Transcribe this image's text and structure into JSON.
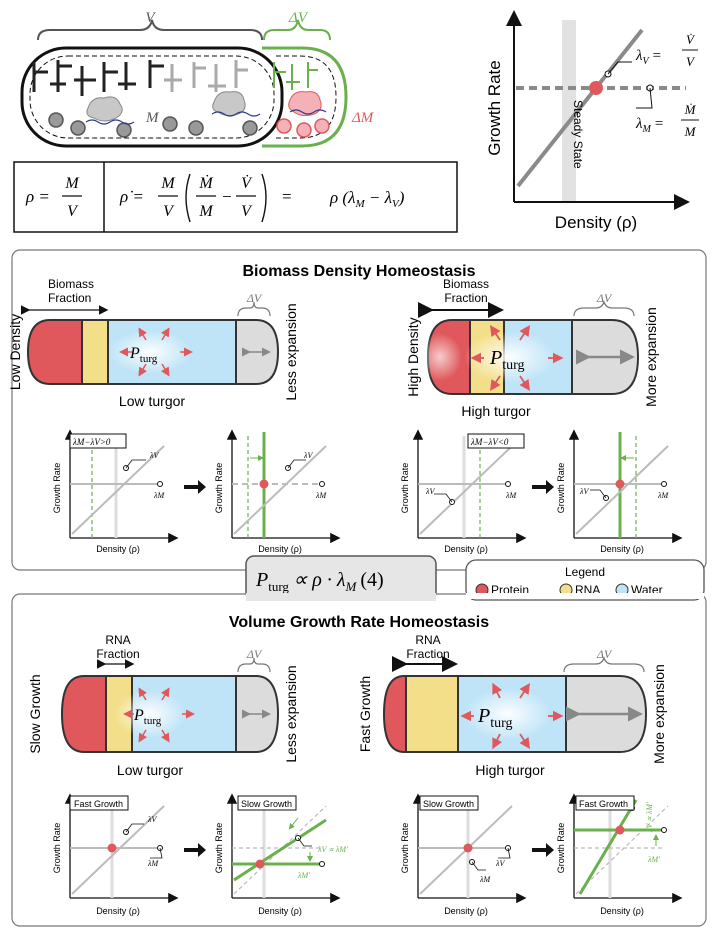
{
  "top": {
    "label_v": "V",
    "label_dv": "ΔV",
    "label_m": "M",
    "label_dm": "ΔM",
    "eq_rho_lhs": "ρ =",
    "eq_m": "M",
    "eq_v": "V",
    "eq_rhodot_lhs": "ρ̇ =",
    "eq_mdot": "Ṁ",
    "eq_vdot": "V̇",
    "eq_minus": "−",
    "eq_equals": "=",
    "eq_rhs": "ρ (λ",
    "eq_rhs_m": "M",
    "eq_rhs_minus": " − λ",
    "eq_rhs_v": "V",
    "eq_rhs_close": ")"
  },
  "top_chart": {
    "ylabel": "Growth Rate",
    "xlabel": "Density (ρ)",
    "lambda_v": "λ",
    "lambda_v_sub": "V",
    "lambda_v_eq": "=",
    "lambda_v_num": "V̇",
    "lambda_v_den": "V",
    "lambda_m": "λ",
    "lambda_m_sub": "M",
    "lambda_m_eq": "=",
    "lambda_m_num": "Ṁ",
    "lambda_m_den": "M",
    "steady_state": "Steady State"
  },
  "panel1": {
    "title": "Biomass Density Homeostasis",
    "left": {
      "fraction_label_1": "Biomass",
      "fraction_label_2": "Fraction",
      "side_left": "Low Density",
      "side_right": "Less expansion",
      "turgor": "Low turgor",
      "dv": "ΔV",
      "p_turg": "P",
      "p_sub": "turg"
    },
    "right": {
      "fraction_label_1": "Biomass",
      "fraction_label_2": "Fraction",
      "side_left": "High Density",
      "side_right": "More expansion",
      "turgor": "High turgor",
      "dv": "ΔV",
      "p_turg": "P",
      "p_sub": "turg"
    },
    "mini_charts": {
      "ylabel": "Growth Rate",
      "xlabel": "Density (ρ)",
      "box_left": "λM−λV>0",
      "box_right": "λM−λV<0",
      "lv": "λV",
      "lm": "λM"
    }
  },
  "formula": {
    "p": "P",
    "sub": "turg",
    "rest": "∝ ρ · λ",
    "sub2": "M",
    "num": "(4)"
  },
  "legend": {
    "title": "Legend",
    "items": [
      {
        "label": "Protein",
        "color": "#e0585b"
      },
      {
        "label": "RNA",
        "color": "#f3df8a"
      },
      {
        "label": "Water",
        "color": "#bfe4f7"
      }
    ]
  },
  "panel2": {
    "title": "Volume Growth Rate Homeostasis",
    "left": {
      "fraction_label_1": "RNA",
      "fraction_label_2": "Fraction",
      "side_left": "Slow Growth",
      "side_right": "Less expansion",
      "turgor": "Low turgor",
      "dv": "ΔV",
      "p_turg": "P",
      "p_sub": "turg"
    },
    "right": {
      "fraction_label_1": "RNA",
      "fraction_label_2": "Fraction",
      "side_left": "Fast Growth",
      "side_right": "More expansion",
      "turgor": "High turgor",
      "dv": "ΔV",
      "p_turg": "P",
      "p_sub": "turg"
    },
    "mini_charts": {
      "ylabel": "Growth Rate",
      "xlabel": "Density (ρ)",
      "fast": "Fast Growth",
      "slow": "Slow Growth",
      "lv": "λV",
      "lm": "λM",
      "lvprop": "λV ∝ λM'",
      "lmp": "λM'"
    }
  },
  "colors": {
    "protein": "#e0585b",
    "rna": "#f3df8a",
    "water": "#bfe4f7",
    "green": "#6ab04c",
    "grey": "#8a8a8a",
    "light_grey": "#d9d9d9"
  }
}
